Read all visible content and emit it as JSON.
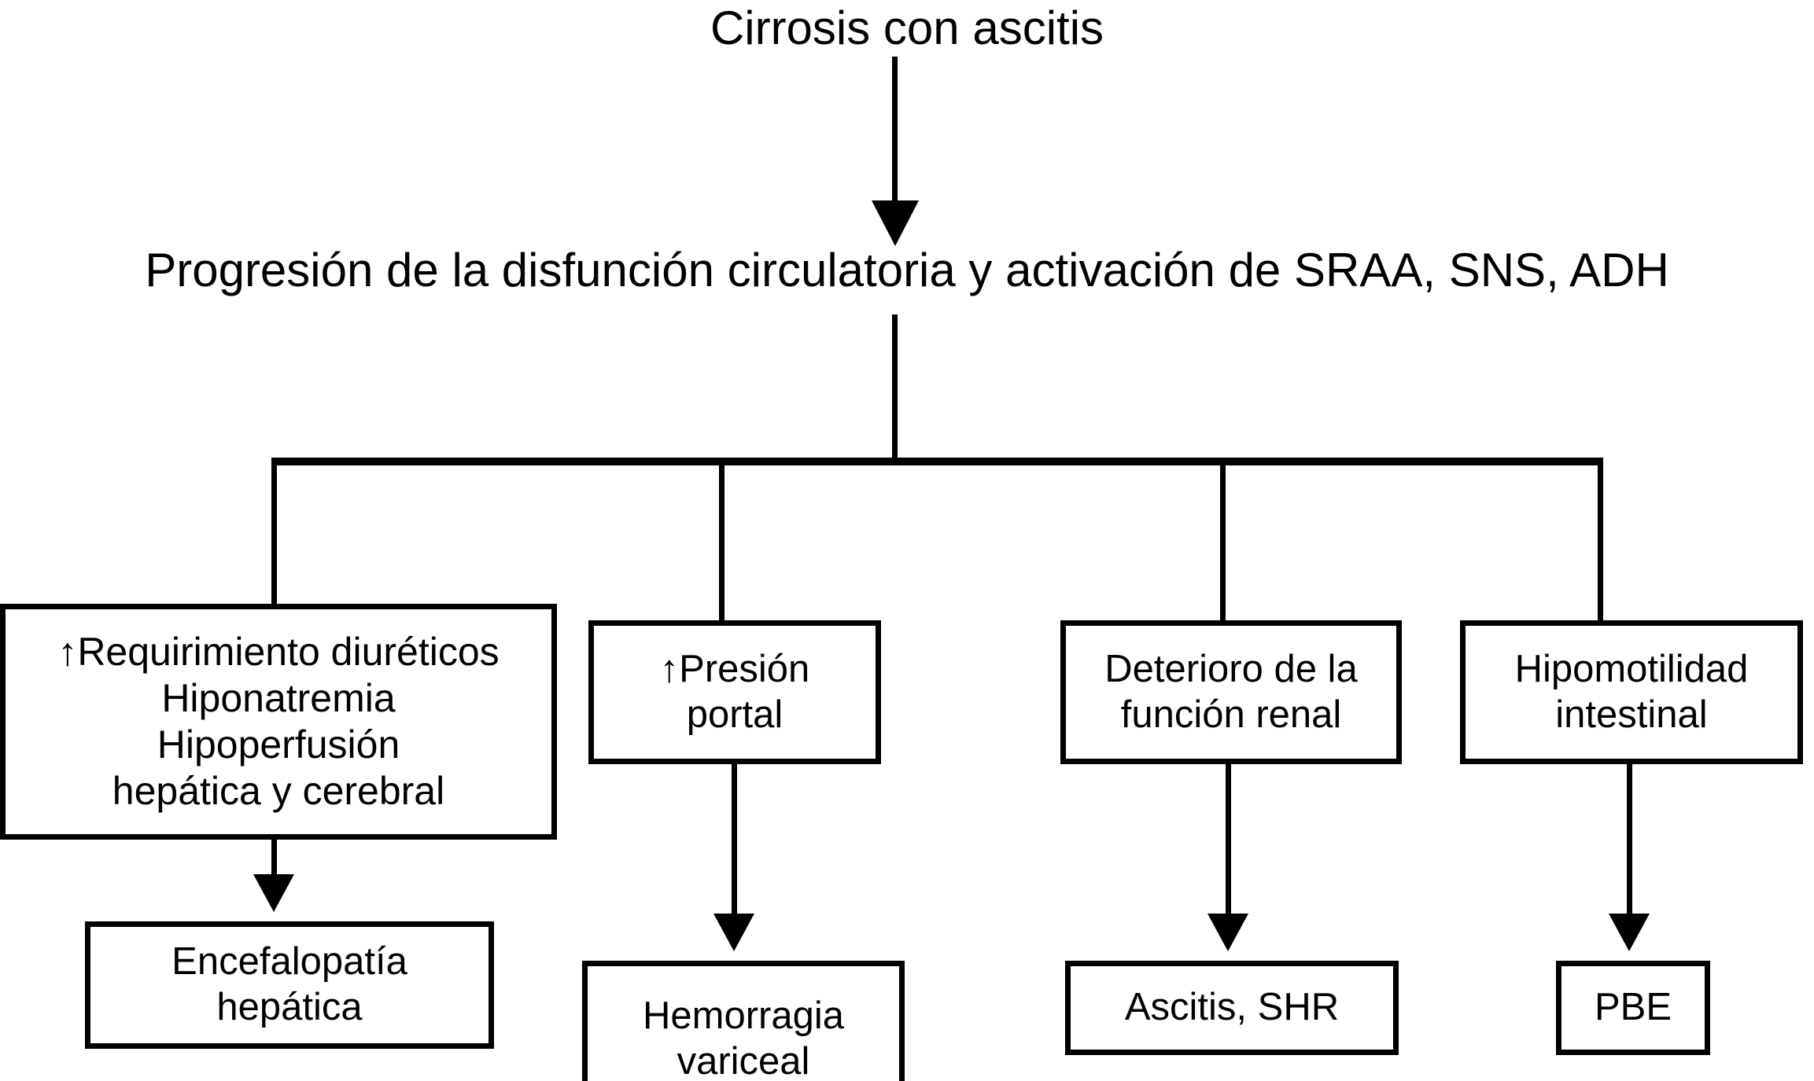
{
  "diagram": {
    "title": "Cirrosis con ascitis",
    "subtitle": "Progresión de la disfunción circulatoria y activación de SRAA, SNS, ADH",
    "colors": {
      "line": "#000000",
      "text": "#000000",
      "background": "#ffffff"
    },
    "nodes": {
      "root": "Cirrosis con ascitis",
      "progression": "Progresión de la disfunción circulatoria y activación de SRAA, SNS, ADH",
      "diuretics": "↑Requirimiento diuréticos\nHiponatremia\nHipoperfusión\nhepática y cerebral",
      "portal": "↑Presión\nportal",
      "renal": "Deterioro de la\nfunción renal",
      "motility": "Hipomotilidad\nintestinal",
      "encephalopathy": "Encefalopatía\nhepática",
      "hemorrhage": "Hemorragia\nvariceal",
      "ascites": "Ascitis, SHR",
      "pbe": "PBE"
    }
  }
}
